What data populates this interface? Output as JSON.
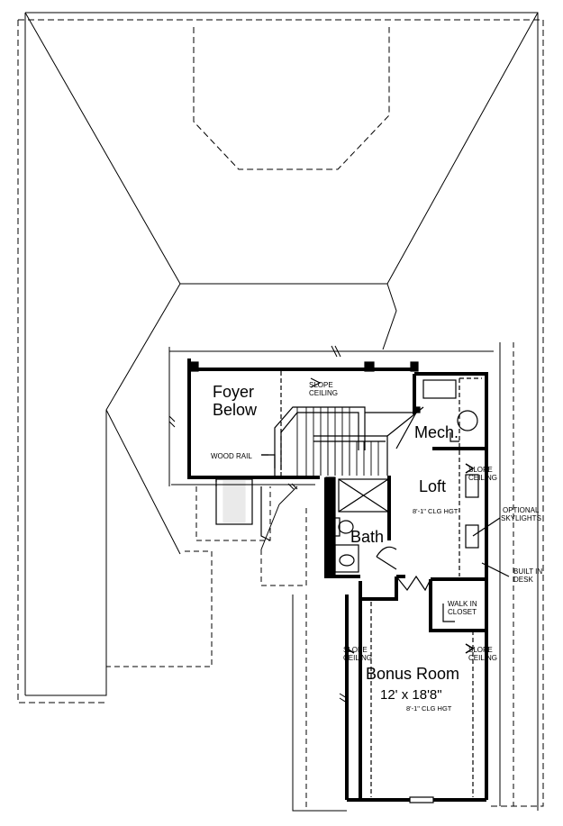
{
  "rooms": {
    "foyer_line1": "Foyer",
    "foyer_line2": "Below",
    "mech": "Mech.",
    "loft": "Loft",
    "loft_clg": "8'-1\" CLG HGT",
    "bath": "Bath",
    "bonus": "Bonus Room",
    "bonus_size": "12' x 18'8\"",
    "bonus_clg": "8'-1\" CLG HGT"
  },
  "notes": {
    "slope": "SLOPE",
    "ceiling": "CEILING",
    "wood_rail": "WOOD RAIL",
    "optional": "OPTIONAL",
    "skylights": "SKYLIGHTS",
    "built_in": "BUILT IN",
    "desk": "DESK",
    "walk_in": "WALK IN",
    "closet": "CLOSET"
  },
  "colors": {
    "ink": "#000000",
    "paper": "#ffffff"
  }
}
